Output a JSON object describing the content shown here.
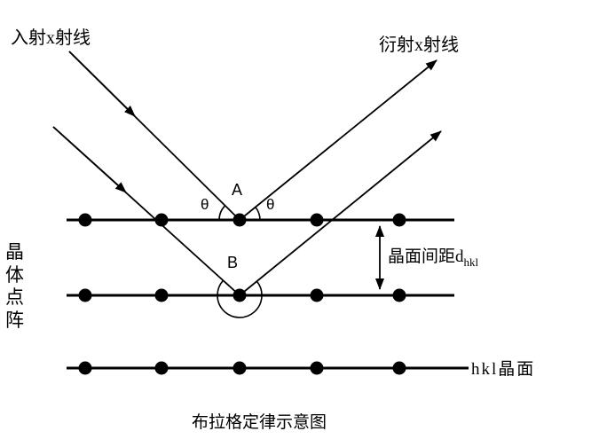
{
  "diagram": {
    "title": "布拉格定律示意图",
    "labels": {
      "incident_ray": "入射x射线",
      "diffracted_ray": "衍射x射线",
      "point_a": "A",
      "point_b": "B",
      "theta_left": "θ",
      "theta_right": "θ",
      "lattice": "晶体点阵",
      "spacing_main": "晶面间距d",
      "spacing_sub": "hkl",
      "plane": "hkl晶面",
      "caption": "布拉格定律示意图"
    },
    "colors": {
      "ink": "#000000",
      "background": "#ffffff"
    }
  }
}
